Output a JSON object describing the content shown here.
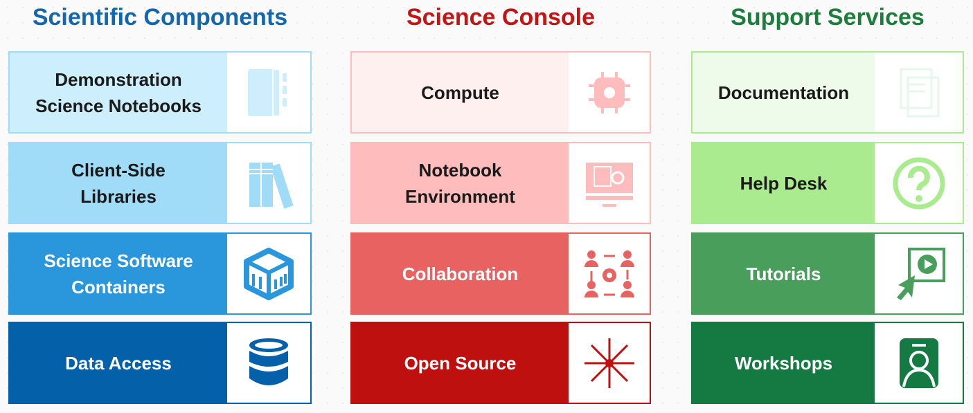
{
  "columns": [
    {
      "title": "Scientific Components",
      "title_color": "#1466ad",
      "cards": [
        {
          "label": "Demonstration\nScience Notebooks",
          "icon": "notebook-icon",
          "bg": "#cdeefd",
          "border": "#a0dbf7",
          "text": "#1a1a1a",
          "icon_color": "#cdeefd"
        },
        {
          "label": "Client-Side\nLibraries",
          "icon": "books-icon",
          "bg": "#a0dbf7",
          "border": "#a0dbf7",
          "text": "#1a1a1a",
          "icon_color": "#a0dbf7"
        },
        {
          "label": "Science Software\nContainers",
          "icon": "container-icon",
          "bg": "#2a96dc",
          "border": "#2a96dc",
          "text": "#ffffff",
          "icon_color": "#2a96dc"
        },
        {
          "label": "Data Access",
          "icon": "database-icon",
          "bg": "#0460a8",
          "border": "#0460a8",
          "text": "#ffffff",
          "icon_color": "#0460a8"
        }
      ]
    },
    {
      "title": "Science Console",
      "title_color": "#c41515",
      "cards": [
        {
          "label": "Compute",
          "icon": "cpu-chip-icon",
          "bg": "#fff0f0",
          "border": "#ffbcbc",
          "text": "#1a1a1a",
          "icon_color": "#ffbcbc"
        },
        {
          "label": "Notebook\nEnvironment",
          "icon": "monitor-settings-icon",
          "bg": "#ffbcbc",
          "border": "#ffbcbc",
          "text": "#1a1a1a",
          "icon_color": "#ffbcbc"
        },
        {
          "label": "Collaboration",
          "icon": "collaboration-icon",
          "bg": "#e86262",
          "border": "#e86262",
          "text": "#ffffff",
          "icon_color": "#e86262"
        },
        {
          "label": "Open Source",
          "icon": "arrows-outward-icon",
          "bg": "#bf1010",
          "border": "#bf1010",
          "text": "#ffffff",
          "icon_color": "#bf1010"
        }
      ]
    },
    {
      "title": "Support Services",
      "title_color": "#1c7d3c",
      "cards": [
        {
          "label": "Documentation",
          "icon": "documents-icon",
          "bg": "#eefaea",
          "border": "#abeb8f",
          "text": "#1a1a1a",
          "icon_color": "#e6f7ee"
        },
        {
          "label": "Help Desk",
          "icon": "question-icon",
          "bg": "#abeb8f",
          "border": "#abeb8f",
          "text": "#1a1a1a",
          "icon_color": "#abeb8f"
        },
        {
          "label": "Tutorials",
          "icon": "video-tutorial-icon",
          "bg": "#499e5c",
          "border": "#499e5c",
          "text": "#ffffff",
          "icon_color": "#499e5c"
        },
        {
          "label": "Workshops",
          "icon": "workshop-group-icon",
          "bg": "#157a41",
          "border": "#157a41",
          "text": "#ffffff",
          "icon_color": "#157a41"
        }
      ]
    }
  ]
}
